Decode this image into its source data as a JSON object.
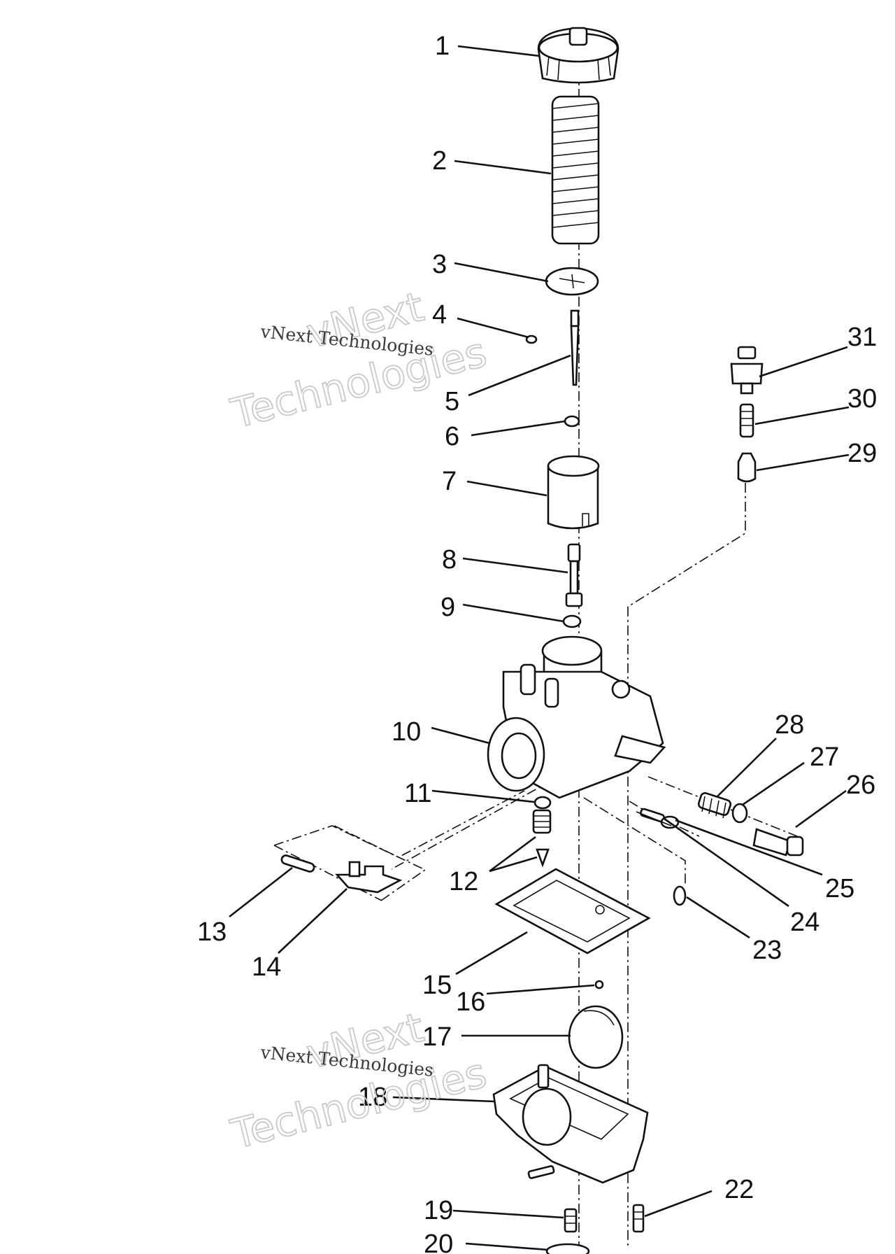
{
  "parts": [
    {
      "id": 1,
      "label": "1"
    },
    {
      "id": 2,
      "label": "2"
    },
    {
      "id": 3,
      "label": "3"
    },
    {
      "id": 4,
      "label": "4"
    },
    {
      "id": 5,
      "label": "5"
    },
    {
      "id": 6,
      "label": "6"
    },
    {
      "id": 7,
      "label": "7"
    },
    {
      "id": 8,
      "label": "8"
    },
    {
      "id": 9,
      "label": "9"
    },
    {
      "id": 10,
      "label": "10"
    },
    {
      "id": 11,
      "label": "11"
    },
    {
      "id": 12,
      "label": "12"
    },
    {
      "id": 13,
      "label": "13"
    },
    {
      "id": 14,
      "label": "14"
    },
    {
      "id": 15,
      "label": "15"
    },
    {
      "id": 16,
      "label": "16"
    },
    {
      "id": 17,
      "label": "17"
    },
    {
      "id": 18,
      "label": "18"
    },
    {
      "id": 19,
      "label": "19"
    },
    {
      "id": 20,
      "label": "20"
    },
    {
      "id": 22,
      "label": "22"
    },
    {
      "id": 23,
      "label": "23"
    },
    {
      "id": 24,
      "label": "24"
    },
    {
      "id": 25,
      "label": "25"
    },
    {
      "id": 26,
      "label": "26"
    },
    {
      "id": 27,
      "label": "27"
    },
    {
      "id": 28,
      "label": "28"
    },
    {
      "id": 29,
      "label": "29"
    },
    {
      "id": 30,
      "label": "30"
    },
    {
      "id": 31,
      "label": "31"
    }
  ],
  "watermarks": [
    {
      "line1": "vNext",
      "line2": "Technologies",
      "caption": "vNext Technologies"
    },
    {
      "line1": "vNext",
      "line2": "Technologies",
      "caption": "vNext Technologies"
    }
  ]
}
